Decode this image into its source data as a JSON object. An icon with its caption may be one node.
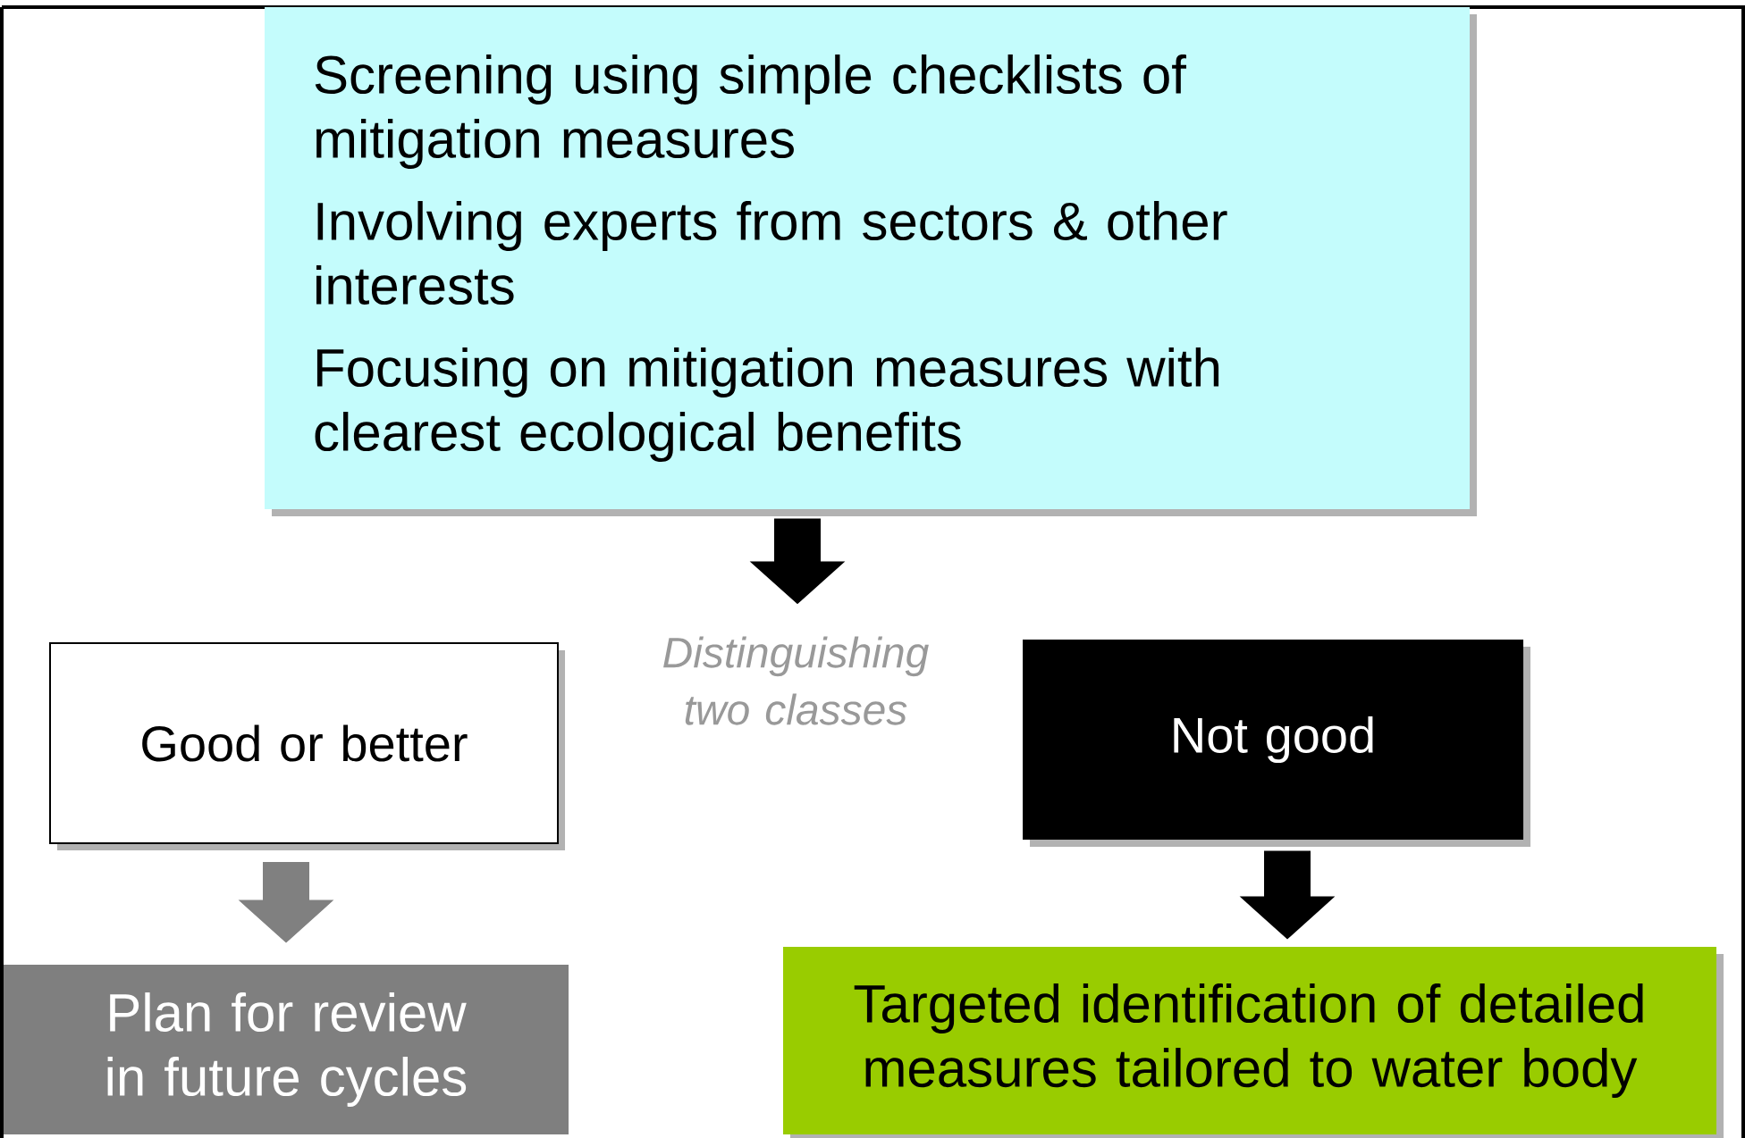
{
  "diagram": {
    "nodes": [
      {
        "text": [
          "Screening using simple checklists of mitigation measures",
          "Involving experts from sectors & other interests",
          "Focusing on mitigation measures with clearest ecological benefits"
        ]
      },
      {
        "text": [
          "Good or better"
        ]
      },
      {
        "text": [
          "Not good"
        ]
      },
      {
        "text": [
          "Plan for review in future cycles"
        ]
      },
      {
        "text": [
          "Targeted identification of detailed measures tailored to water body"
        ]
      }
    ],
    "edges": [
      {
        "from": 0,
        "to": null,
        "arrow": "to"
      },
      {
        "from": 1,
        "to": 3,
        "arrow": "to",
        "color": "#808080"
      },
      {
        "from": 2,
        "to": 4,
        "arrow": "to"
      }
    ],
    "labels": [
      "Distinguishing two classes"
    ]
  }
}
